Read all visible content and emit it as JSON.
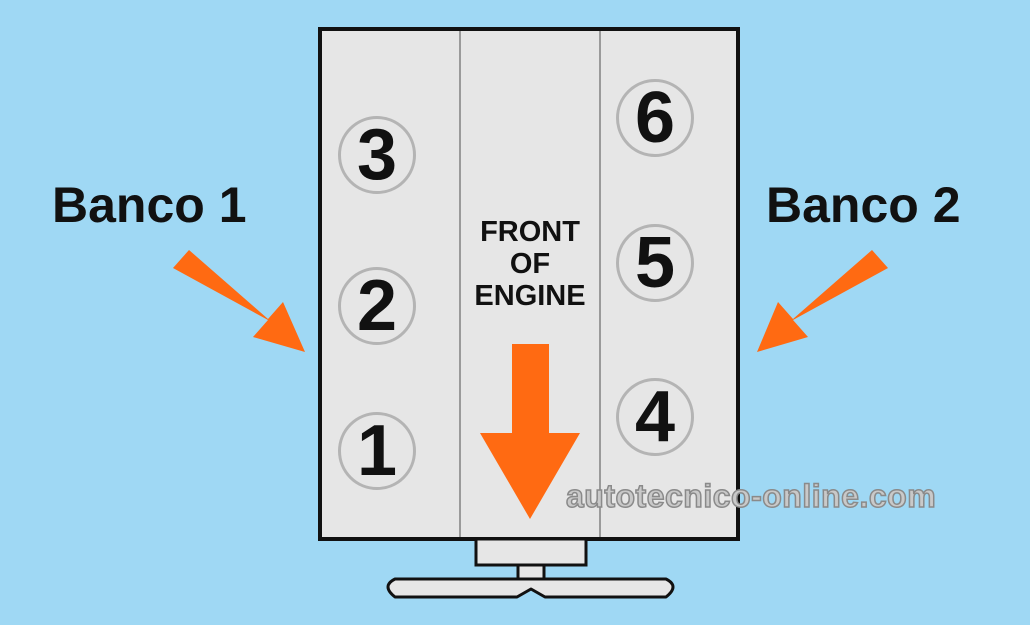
{
  "labels": {
    "bank_left": "Banco 1",
    "bank_right": "Banco 2",
    "front_line1": "FRONT",
    "front_line2": "OF",
    "front_line3": "ENGINE"
  },
  "cylinders": {
    "c1": "1",
    "c2": "2",
    "c3": "3",
    "c4": "4",
    "c5": "5",
    "c6": "6"
  },
  "watermark": "autotecnico-online.com",
  "colors": {
    "background": "#9fd8f4",
    "block": "#e6e6e6",
    "arrow": "#ff6a12"
  }
}
